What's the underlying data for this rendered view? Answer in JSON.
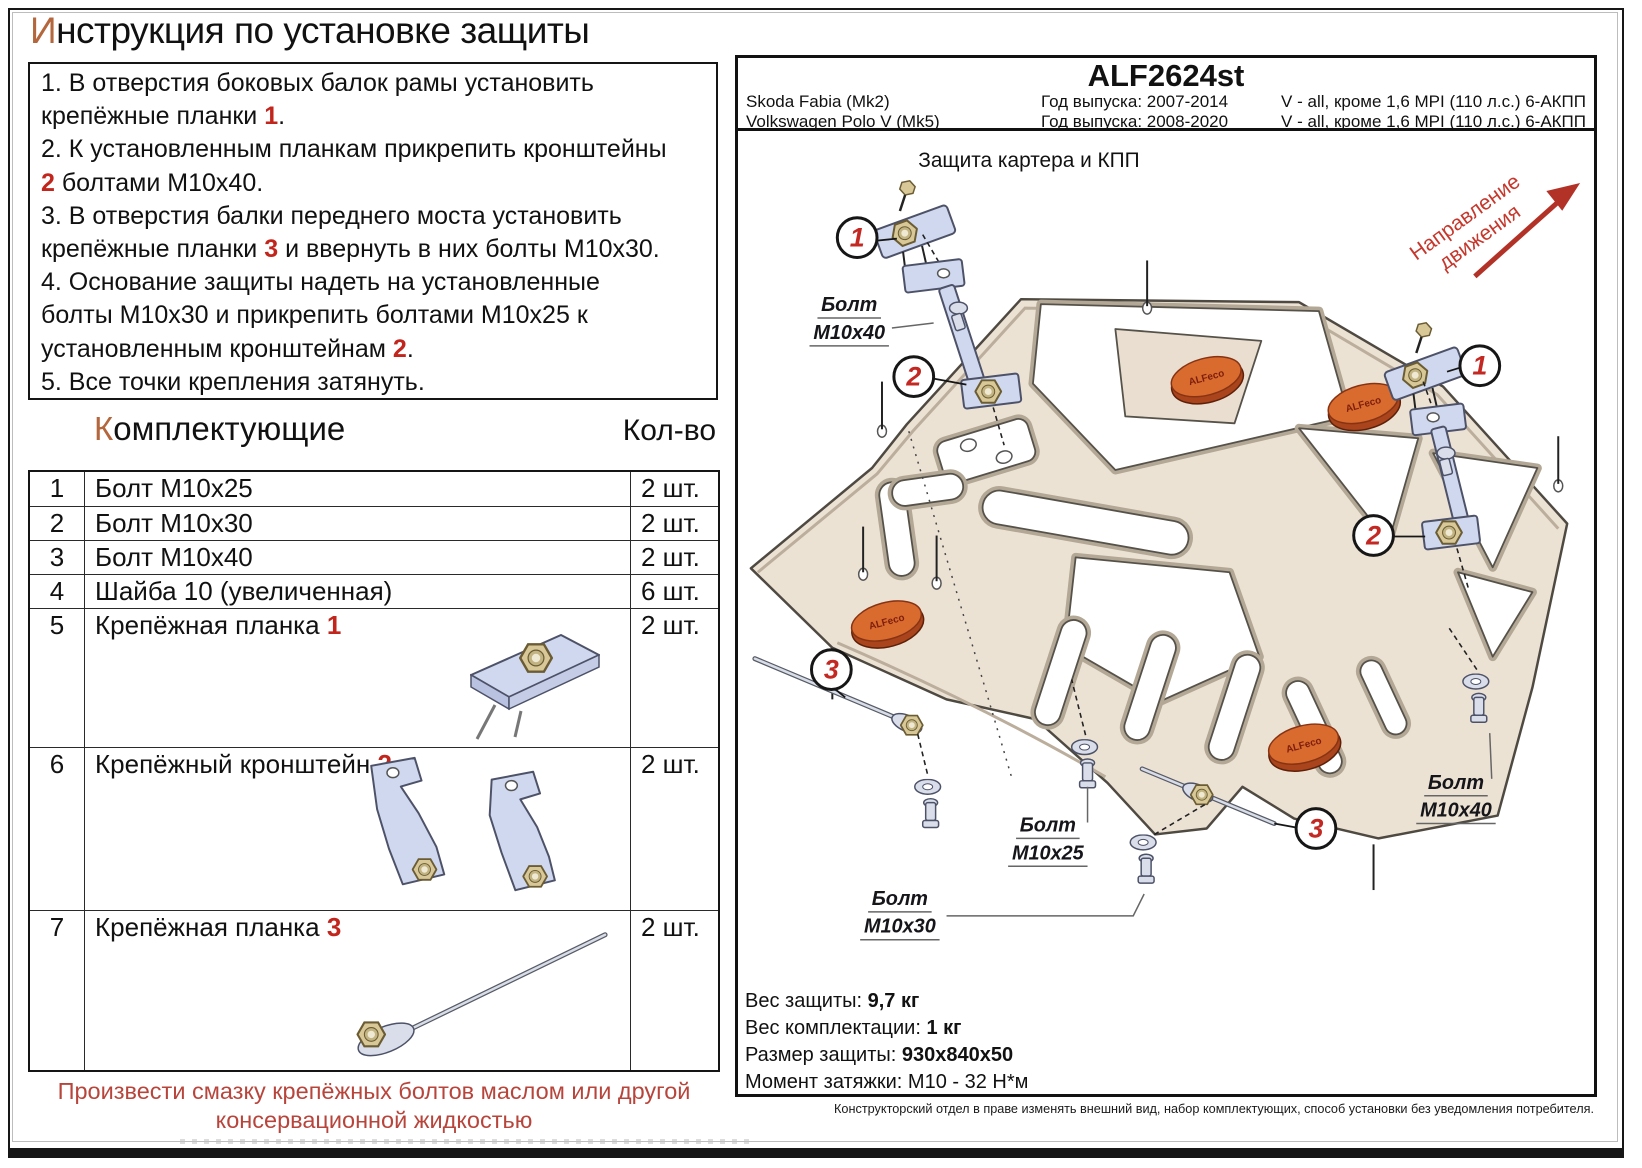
{
  "title": {
    "lead": "И",
    "rest": "нструкция по установке защиты"
  },
  "instructions": {
    "lines": [
      [
        {
          "t": "1. В отверстия боковых балок рамы установить"
        }
      ],
      [
        {
          "t": "крепёжные планки "
        },
        {
          "t": "1",
          "r": true
        },
        {
          "t": "."
        }
      ],
      [
        {
          "t": "2. К установленным планкам прикрепить кронштейны"
        }
      ],
      [
        {
          "t": "2",
          "r": true
        },
        {
          "t": "  болтами М10х40."
        }
      ],
      [
        {
          "t": "3. В отверстия балки переднего моста установить"
        }
      ],
      [
        {
          "t": "крепёжные планки "
        },
        {
          "t": "3",
          "r": true
        },
        {
          "t": " и ввернуть в них болты М10х30."
        }
      ],
      [
        {
          "t": "4. Основание защиты надеть на установленные"
        }
      ],
      [
        {
          "t": "болты М10х30 и прикрепить болтами М10х25 к"
        }
      ],
      [
        {
          "t": "установленным кронштейнам "
        },
        {
          "t": "2",
          "r": true
        },
        {
          "t": "."
        }
      ],
      [
        {
          "t": "5. Все точки крепления затянуть."
        }
      ]
    ]
  },
  "components": {
    "title_lead": "К",
    "title_rest": "омплектующие",
    "qty_header": "Кол-во",
    "rows": [
      {
        "num": "1",
        "name": "Болт М10х25",
        "ref": "",
        "qty": "2 шт.",
        "img": "",
        "h": 34
      },
      {
        "num": "2",
        "name": "Болт М10х30",
        "ref": "",
        "qty": "2 шт.",
        "img": "",
        "h": 34
      },
      {
        "num": "3",
        "name": "Болт М10х40",
        "ref": "",
        "qty": "2 шт.",
        "img": "",
        "h": 34
      },
      {
        "num": "4",
        "name": "Шайба 10 (увеличенная)",
        "ref": "",
        "qty": "6 шт.",
        "img": "",
        "h": 34
      },
      {
        "num": "5",
        "name": "Крепёжная планка ",
        "ref": "1",
        "qty": "2 шт.",
        "img": "plank",
        "h": 139
      },
      {
        "num": "6",
        "name": "Крепёжный кронштейн ",
        "ref": "2",
        "qty": "2 шт.",
        "img": "bracket",
        "h": 163
      },
      {
        "num": "7",
        "name": "Крепёжная планка ",
        "ref": "3",
        "qty": "2 шт.",
        "img": "rod",
        "h": 160
      }
    ]
  },
  "grease_note": {
    "line1": "Произвести смазку крепёжных болтов маслом или другой",
    "line2": "консервационной жидкостью"
  },
  "header": {
    "code": "ALF2624st",
    "vehicles": [
      {
        "model": "Skoda Fabia (Mk2)",
        "years": "Год выпуска: 2007-2014",
        "engine": "V - all, кроме 1,6 MPI (110 л.с.) 6-АКПП"
      },
      {
        "model": "Volkswagen Polo V (Mk5)",
        "years": "Год выпуска: 2008-2020",
        "engine": "V - all, кроме 1,6 MPI (110 л.с.) 6-АКПП"
      }
    ]
  },
  "diagram": {
    "caption": "Защита картера и КПП",
    "direction_line1": "Направление",
    "direction_line2": "движения",
    "badge": "ALFeco",
    "callouts": {
      "one": "1",
      "two": "2",
      "three": "3"
    },
    "bolt_labels": {
      "bolt": "Болт",
      "m10x40": "М10х40",
      "m10x25": "М10х25",
      "m10x30": "М10х30"
    }
  },
  "specs": {
    "rows": [
      {
        "label": "Вес защиты: ",
        "value": "9,7 кг",
        "bold": true
      },
      {
        "label": "Вес комплектации: ",
        "value": "1 кг",
        "bold": true
      },
      {
        "label": "Размер защиты: ",
        "value": "930х840х50",
        "bold": true
      },
      {
        "label": "Момент затяжки: ",
        "value": "М10 - 32 Н*м",
        "bold": false
      }
    ]
  },
  "disclaimer": "Конструкторский отдел в праве изменять внешний вид, набор комплектующих, способ установки без уведомления потребителя."
}
